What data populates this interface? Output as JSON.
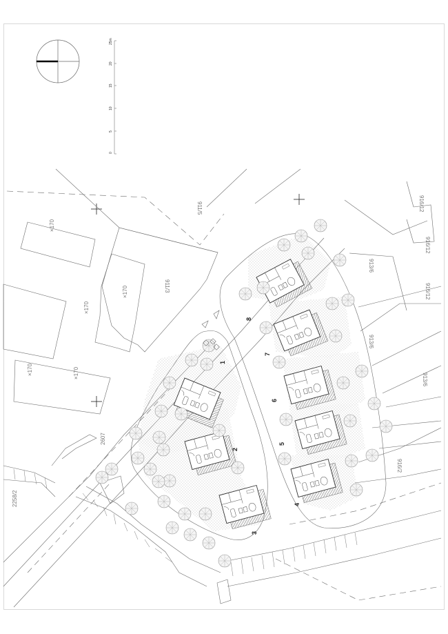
{
  "drawing": {
    "type": "site-plan",
    "north_arrow": {
      "icon": "north-arrow-icon"
    },
    "scale_bar": {
      "unit": "m",
      "ticks": [
        "0",
        "5",
        "10",
        "15",
        "20",
        "25m"
      ]
    },
    "houses": [
      {
        "number": "1"
      },
      {
        "number": "2"
      },
      {
        "number": "3"
      },
      {
        "number": "4"
      },
      {
        "number": "5"
      },
      {
        "number": "6"
      },
      {
        "number": "7"
      },
      {
        "number": "8"
      }
    ],
    "parcels": {
      "p911_5": "911/5",
      "p911_3": "911/3",
      "p913_6a": "913/6",
      "p913_6b": "913/6",
      "p913_6c": "913/6",
      "p916_12a": "916/12",
      "p916_12b": "916/12",
      "p916_12c": "916/12",
      "p916_2": "916/2",
      "p2258_2": "2258/2",
      "p2607": "2607"
    },
    "elevations": {
      "e1": "×170",
      "e2": "×170",
      "e3": "×170",
      "e4": "×170",
      "e5": "×170"
    },
    "colors": {
      "line": "#6a6a6a",
      "hatch": "#9a9a9a",
      "stipple": "#b5b5b5",
      "frame": "#d8d8d8"
    }
  }
}
